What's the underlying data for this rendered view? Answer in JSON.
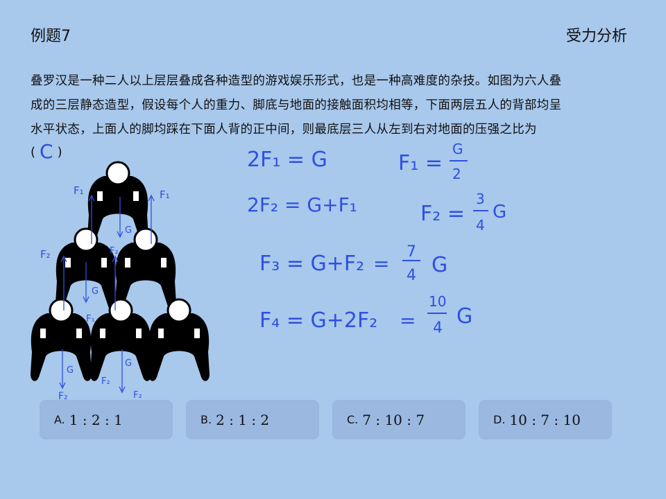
{
  "header": {
    "example": "例题7",
    "topic": "受力分析"
  },
  "problem": {
    "line1": "叠罗汉是一种二人以上层层叠成各种造型的游戏娱乐形式，也是一种高难度的杂技。如图为六人叠",
    "line2": "成的三层静态造型，假设每个人的重力、脚底与地面的接触面积均相等，下面两层五人的背部均呈",
    "line3": "水平状态，上面人的脚均踩在下面人背的正中间，则最底层三人从左到右对地面的压强之比为",
    "open_paren": "(",
    "answer": "C",
    "close_paren": ")"
  },
  "figure_labels": {
    "f1": "F₁",
    "f2": "F₂",
    "g": "G"
  },
  "work": {
    "eq1": "2F₁ = G",
    "eq2": "2F₂ = G+F₁",
    "eq3a": "F₃ = G+F₂",
    "eq3b": "=",
    "eq3_num": "7",
    "eq3_den": "4",
    "eq3_g": "G",
    "eq4a": "F₄ = G+2F₂",
    "eq4b": "=",
    "eq4_num": "10",
    "eq4_den": "4",
    "eq4_g": "G",
    "r1a": "F₁ =",
    "r1_num": "G",
    "r1_den": "2",
    "r2a": "F₂ =",
    "r2_num": "3",
    "r2_den": "4",
    "r2_g": "G"
  },
  "options": [
    {
      "letter": "A.",
      "value": "1 : 2 : 1"
    },
    {
      "letter": "B.",
      "value": "2 : 1 : 2"
    },
    {
      "letter": "C.",
      "value": "7 : 10 : 7"
    },
    {
      "letter": "D.",
      "value": "10 : 7 : 10"
    }
  ],
  "colors": {
    "background": "#a8c8ec",
    "ink": "#2f4fe0",
    "option_bg": "#9ab8e0"
  }
}
